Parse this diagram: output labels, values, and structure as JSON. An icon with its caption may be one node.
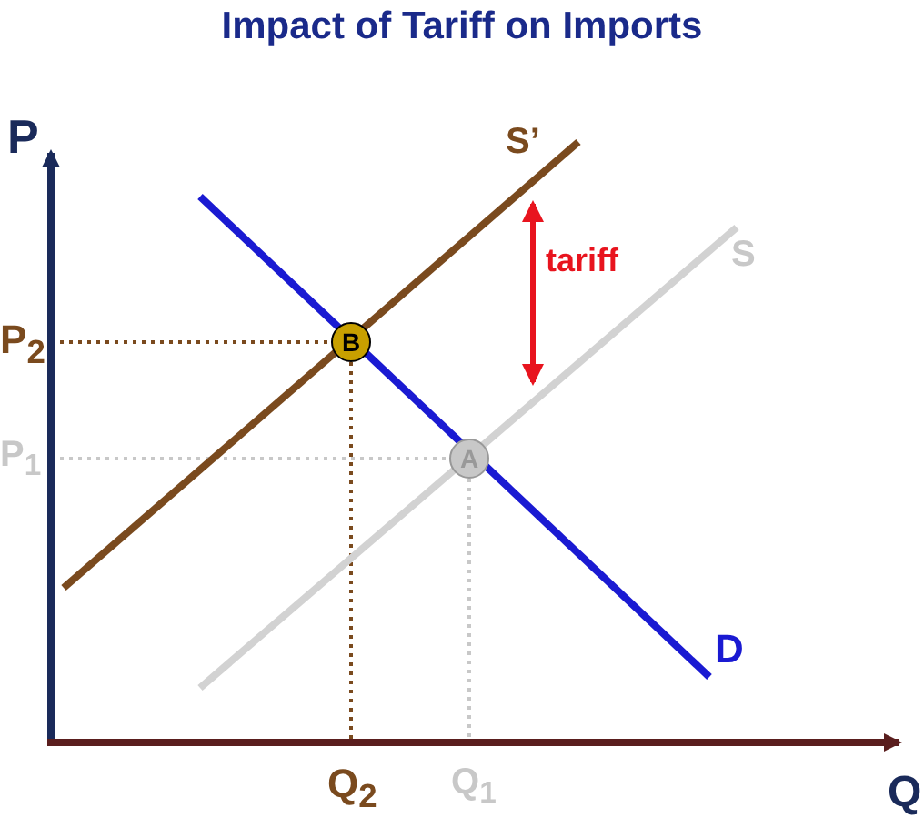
{
  "diagram": {
    "title": "Impact of Tariff on Imports",
    "nodes": [
      {
        "text": [
          "B"
        ]
      },
      {
        "text": [
          "A"
        ]
      }
    ],
    "labels": [
      "P",
      "S’",
      "tariff",
      "S",
      "P$_{2}$",
      "P$_{1}$",
      "D",
      "Q$_{2}$",
      "Q$_{1}$",
      "Q"
    ]
  }
}
